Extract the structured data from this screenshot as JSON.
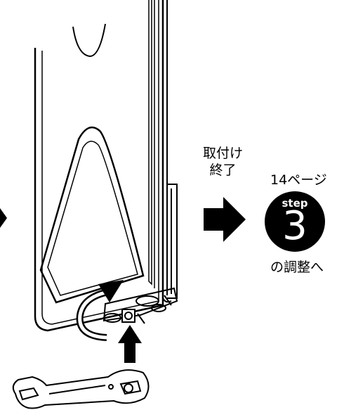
{
  "labels": {
    "complete_line1": "取付け",
    "complete_line2": "終了",
    "page_ref": "14ページ",
    "step_word": "step",
    "step_number": "3",
    "adjust": "の調整へ"
  },
  "colors": {
    "ink": "#000000",
    "paper": "#ffffff"
  },
  "icons": [
    "right-arrow-icon",
    "up-arrow-icon",
    "rotate-arrow-icon",
    "wrench-icon",
    "step-badge-icon"
  ]
}
